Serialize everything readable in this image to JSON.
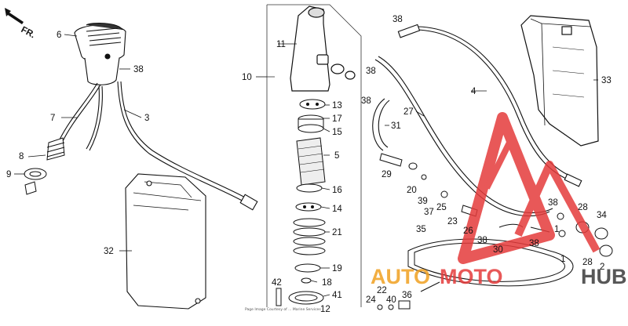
{
  "orientation": {
    "label": "FR.",
    "icon": "front-arrow-icon"
  },
  "part_numbers": [
    "1",
    "2",
    "3",
    "4",
    "5",
    "6",
    "7",
    "8",
    "9",
    "10",
    "11",
    "12",
    "13",
    "14",
    "15",
    "16",
    "17",
    "18",
    "19",
    "20",
    "21",
    "22",
    "23",
    "24",
    "25",
    "26",
    "27",
    "28",
    "29",
    "30",
    "31",
    "32",
    "33",
    "34",
    "35",
    "36",
    "37",
    "38",
    "39",
    "40",
    "41",
    "42"
  ],
  "callouts": {
    "c1": "1",
    "c2": "2",
    "c3": "3",
    "c4": "4",
    "c5": "5",
    "c6": "6",
    "c7": "7",
    "c8": "8",
    "c9": "9",
    "c10": "10",
    "c11": "11",
    "c12": "12",
    "c13": "13",
    "c14": "14",
    "c15": "15",
    "c16": "16",
    "c17": "17",
    "c18": "18",
    "c19": "19",
    "c20": "20",
    "c21": "21",
    "c22": "22",
    "c23": "23",
    "c24": "24",
    "c25": "25",
    "c26": "26",
    "c27": "27",
    "c28": "28",
    "c29": "29",
    "c30": "30",
    "c31": "31",
    "c32": "32",
    "c33": "33",
    "c34": "34",
    "c35": "35",
    "c36": "36",
    "c37": "37",
    "c38": "38",
    "c39": "39",
    "c40": "40",
    "c41": "41",
    "c42": "42"
  },
  "fine_print": "Page Image Courtesy of ... Marine Services",
  "watermark": {
    "text_orange": "AUTO",
    "text_red": "MOTO",
    "text_dark": "HUB",
    "colors": {
      "red": "#e53b3b",
      "orange": "#f0a020",
      "dark": "#3a3a3a"
    }
  }
}
